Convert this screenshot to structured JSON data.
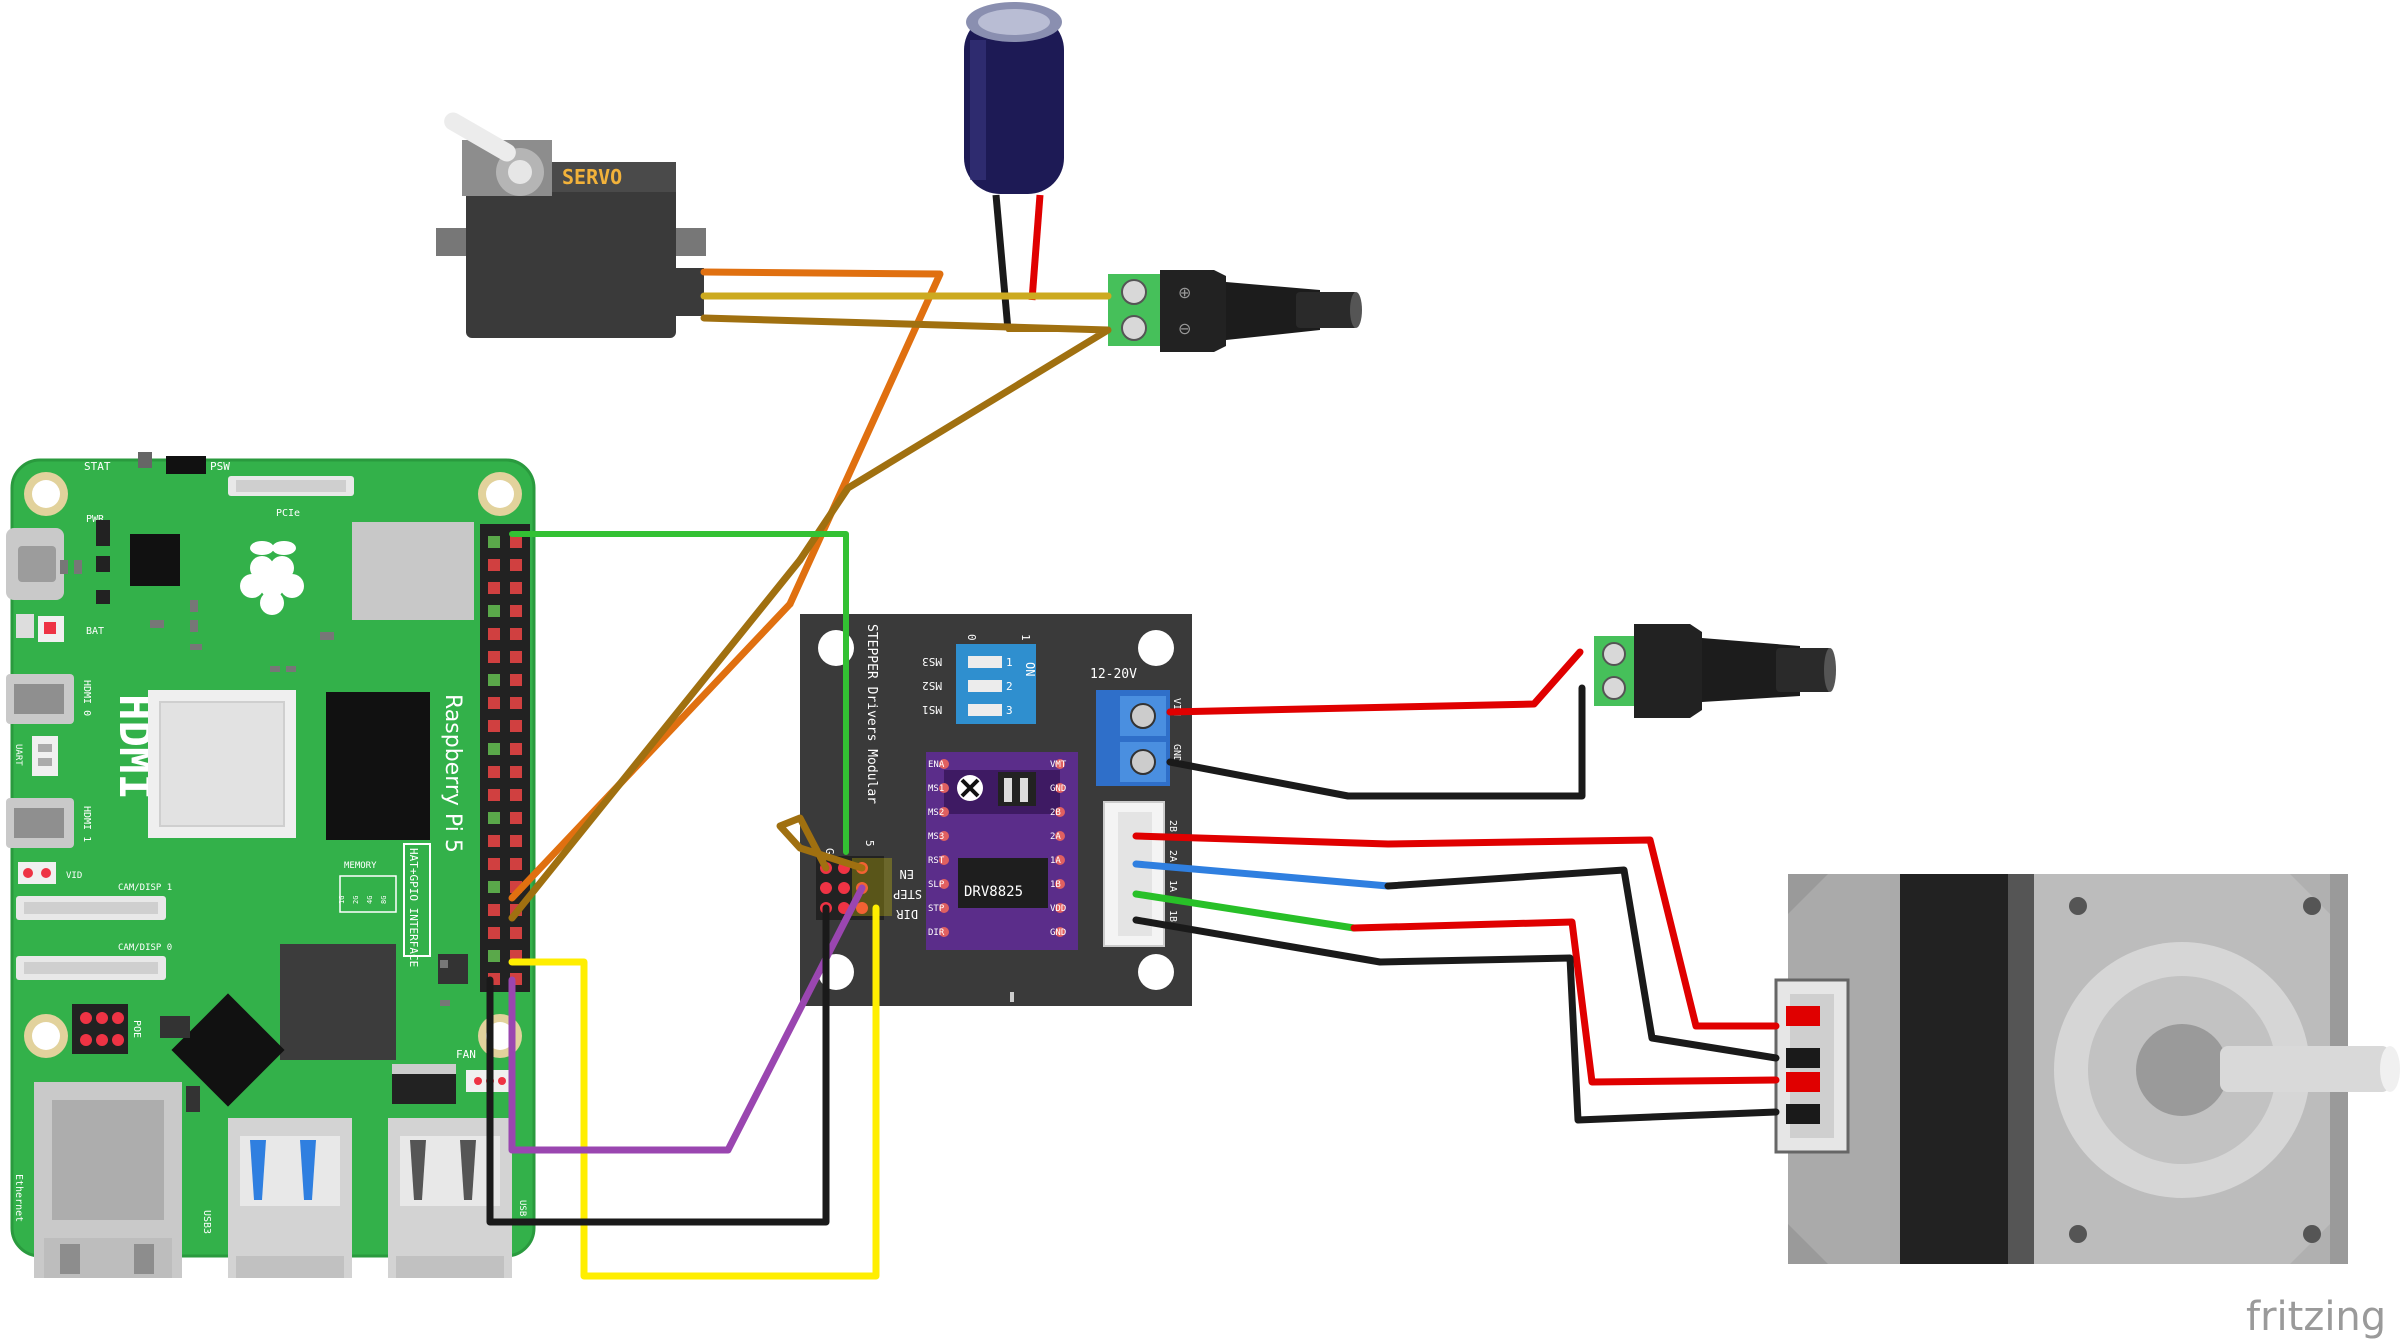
{
  "colors": {
    "pi_board": "#33b14a",
    "pi_edge": "#2a9a3e",
    "driver_board": "#3a3a3a",
    "drv_chip_board": "#5b2d8a",
    "dip_switch": "#2f8fcf",
    "terminal": "#2f6fc9",
    "green_terminal": "#46c05a",
    "wire_red": "#e00000",
    "wire_black": "#1a1a1a",
    "wire_blue": "#2f7fe0",
    "wire_green": "#28c028",
    "wire_orange": "#e07010",
    "wire_brown": "#a07010",
    "wire_yellow": "#ffee00",
    "wire_purple": "#9a46b0",
    "wire_gpio_green": "#33c133"
  },
  "servo": {
    "label": "SERVO"
  },
  "pi": {
    "name": "Raspberry Pi 5",
    "hdmi_text": "HDMI",
    "stat": "STAT",
    "psw": "PSW",
    "pcie": "PCIe",
    "pwr": "PWR",
    "bat": "BAT",
    "hdmi0": "HDMI 0",
    "hdmi1": "HDMI 1",
    "uart": "UART",
    "vid": "VID",
    "cam0": "CAM/DISP 0",
    "cam1": "CAM/DISP 1",
    "memory": "MEMORY",
    "mem_opts": [
      "1G",
      "2G",
      "4G",
      "8G"
    ],
    "hat": "HAT+GPIO INTERFACE",
    "poe": "POE",
    "fan": "FAN",
    "ethernet": "Ethernet",
    "usb3": "USB3",
    "usb2": "USB"
  },
  "driver": {
    "title": "STEPPER Drivers Modular",
    "voltage": "12-20V",
    "dip_on": "ON",
    "dip_nums": [
      "0",
      "1"
    ],
    "ms": [
      "MS3",
      "MS2",
      "MS1"
    ],
    "dip_idx": [
      "1",
      "2",
      "3"
    ],
    "vin": "VIN",
    "gnd": "GND",
    "motor_pins": [
      "2B",
      "2A",
      "1A",
      "1B"
    ],
    "ctrl_pins": [
      "EN",
      "STEP",
      "DIR"
    ],
    "ctrl_top": [
      "G",
      "5"
    ]
  },
  "drv": {
    "chip": "DRV8825",
    "left_pins": [
      "ENA",
      "MS1",
      "MS2",
      "MS3",
      "RST",
      "SLP",
      "STP",
      "DIR"
    ],
    "right_pins": [
      "VMT",
      "GND",
      "2B",
      "2A",
      "1A",
      "1B",
      "VDD",
      "GND"
    ]
  },
  "logo": "fritzing"
}
